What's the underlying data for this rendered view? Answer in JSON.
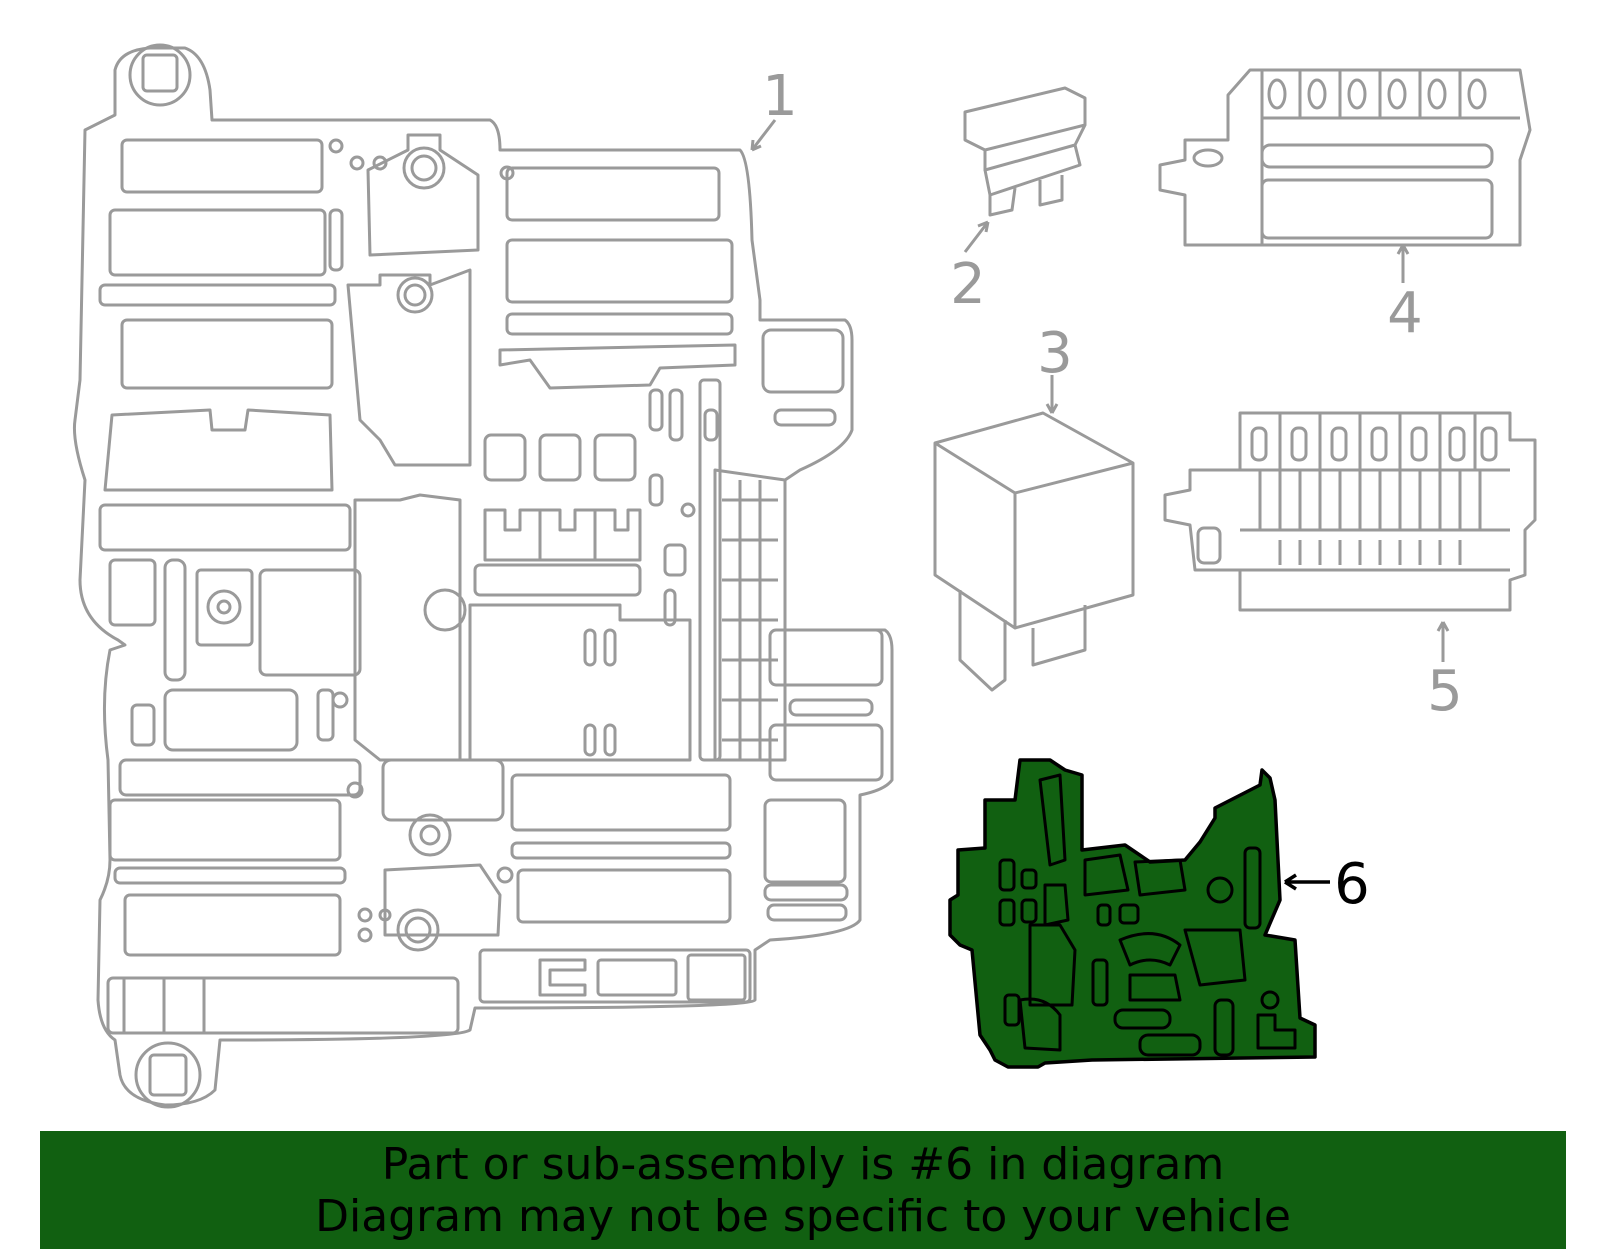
{
  "diagram": {
    "callouts": [
      {
        "number": "1",
        "part": "fuse-box-main",
        "highlighted": false
      },
      {
        "number": "2",
        "part": "blade-fuse",
        "highlighted": false
      },
      {
        "number": "3",
        "part": "relay",
        "highlighted": false
      },
      {
        "number": "4",
        "part": "fuse-holder-small",
        "highlighted": false
      },
      {
        "number": "5",
        "part": "fuse-holder-large",
        "highlighted": false
      },
      {
        "number": "6",
        "part": "bus-bar-assembly",
        "highlighted": true
      }
    ],
    "colors": {
      "outline": "#9a9a9a",
      "highlight_fill": "#116011",
      "highlight_outline": "#000000",
      "banner_bg": "#116011",
      "banner_text": "#000000"
    }
  },
  "banner": {
    "line1": "Part or sub-assembly is #6 in diagram",
    "line2": "Diagram may not be specific to your vehicle"
  }
}
